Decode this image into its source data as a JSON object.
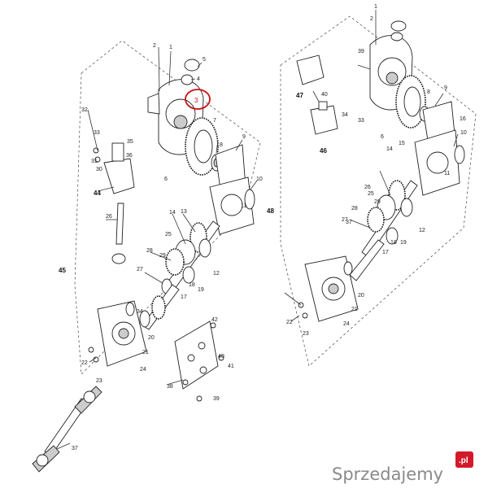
{
  "labels": {
    "p1": "1",
    "p2": "2",
    "p3": "3",
    "p4": "4",
    "p5": "5",
    "p6": "6",
    "p7": "7",
    "p8": "8",
    "p9": "9",
    "p10": "10",
    "p11": "11",
    "p12": "12",
    "p13": "13",
    "p14": "14",
    "p15": "15",
    "p16": "16",
    "p17": "17",
    "p18": "18",
    "p19": "19",
    "p20": "20",
    "p21": "21",
    "p22": "22",
    "p23": "23",
    "p24": "24",
    "p25": "25",
    "p26": "26",
    "p27": "27",
    "p28": "28",
    "p29": "29",
    "p30": "30",
    "p31": "31",
    "p32": "32",
    "p33": "33",
    "p34": "34",
    "p35": "35",
    "p36": "36",
    "p37": "37",
    "p38": "38",
    "p39": "39",
    "p40": "40",
    "p41": "41",
    "p42": "42",
    "p44": "44",
    "p45": "45",
    "p46": "46",
    "p47": "47",
    "p48": "48"
  },
  "highlight": {
    "label": "3",
    "color": "#cc1111"
  },
  "watermark": {
    "text": "Sprzedajemy",
    "badge": ".pl",
    "badge_color": "#d21a2a"
  }
}
